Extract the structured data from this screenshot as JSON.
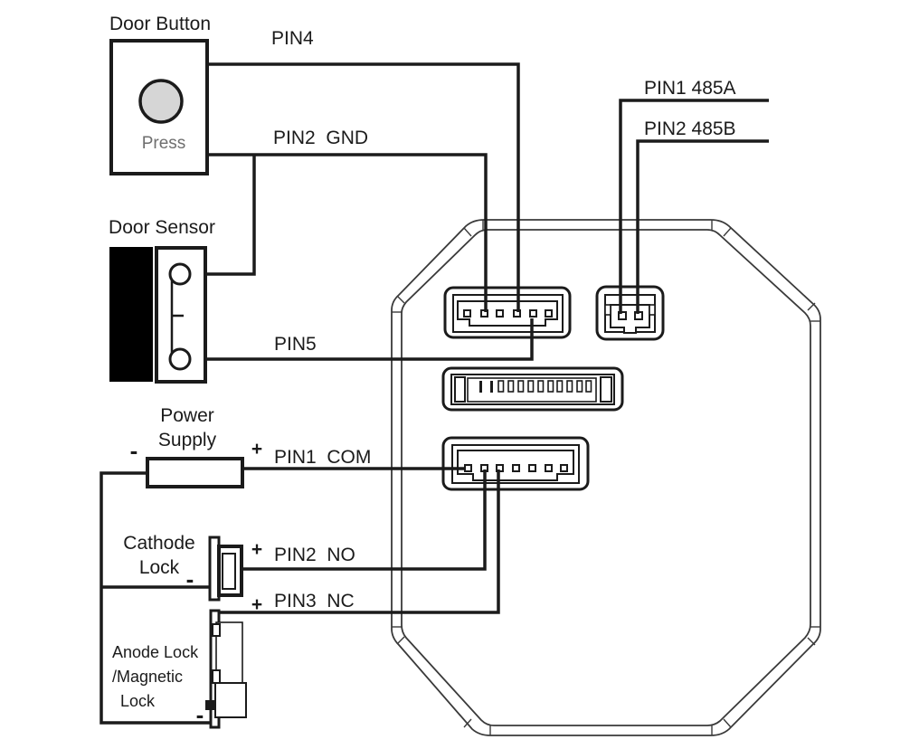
{
  "labels": {
    "door_button": "Door Button",
    "press": "Press",
    "pin4": "PIN4",
    "pin2_gnd": "PIN2  GND",
    "door_sensor": "Door Sensor",
    "pin5": "PIN5",
    "power_line1": "Power",
    "power_line2": "Supply",
    "pin1_com": "PIN1  COM",
    "cathode_line1": "Cathode",
    "cathode_line2": "Lock",
    "pin2_no": "PIN2  NO",
    "pin3_nc": "PIN3  NC",
    "anode_line1": "Anode Lock",
    "anode_line2": "/Magnetic",
    "anode_line3": "Lock",
    "pin1_485a": "PIN1 485A",
    "pin2_485b": "PIN2 485B",
    "plus": "+",
    "minus": "-"
  },
  "colors": {
    "line": "#1b1b1b",
    "press_text": "#6e6e6e",
    "button_fill": "#d6d6d6",
    "background": "#ffffff"
  }
}
